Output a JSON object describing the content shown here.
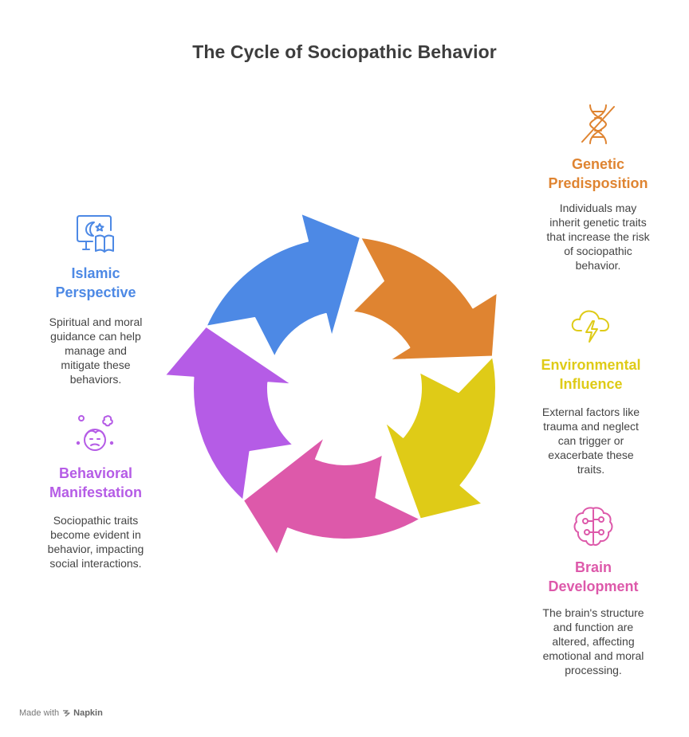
{
  "title": "The Cycle of Sociopathic Behavior",
  "colors": {
    "genetic": "#df8431",
    "environmental": "#dfcb17",
    "brain": "#dd59aa",
    "behavioral": "#b55ce6",
    "islamic": "#4d89e5"
  },
  "items": {
    "genetic": {
      "heading": "Genetic\nPredisposition",
      "text": "Individuals may\ninherit genetic traits\nthat increase the risk\nof sociopathic\nbehavior.",
      "icon": "dna-crossed-icon"
    },
    "environmental": {
      "heading": "Environmental\nInfluence",
      "text": "External factors like\ntrauma and neglect\ncan trigger or\nexacerbate these\ntraits.",
      "icon": "storm-cloud-icon"
    },
    "brain": {
      "heading": "Brain\nDevelopment",
      "text": "The brain's structure\nand function are\naltered, affecting\nemotional and moral\nprocessing.",
      "icon": "brain-icon"
    },
    "behavioral": {
      "heading": "Behavioral\nManifestation",
      "text": "Sociopathic traits\nbecome evident in\nbehavior, impacting\nsocial interactions.",
      "icon": "troubled-face-icon"
    },
    "islamic": {
      "heading": "Islamic\nPerspective",
      "text": "Spiritual and moral\nguidance can help\nmanage and\nmitigate these\nbehaviors.",
      "icon": "crescent-book-icon"
    }
  },
  "footer": {
    "made_with": "Made with",
    "brand": "Napkin"
  }
}
